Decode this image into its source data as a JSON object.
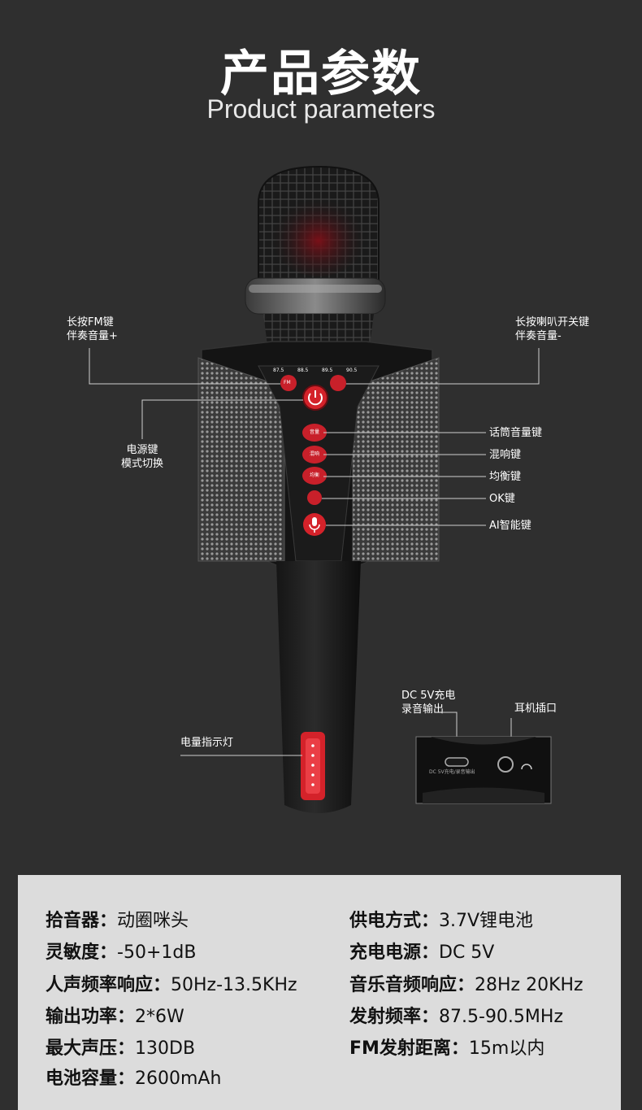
{
  "header": {
    "title_zh": "产品参数",
    "title_en": "Product parameters"
  },
  "callouts": {
    "fm_key_line1": "长按FM键",
    "fm_key_line2": "伴奏音量+",
    "speaker_key_line1": "长按喇叭开关键",
    "speaker_key_line2": "伴奏音量-",
    "power_key_line1": "电源键",
    "power_key_line2": "模式切换",
    "mic_volume": "话筒音量键",
    "reverb": "混响键",
    "equalizer": "均衡键",
    "ok": "OK键",
    "ai": "AI智能键",
    "battery_indicator": "电量指示灯",
    "dc_line1": "DC 5V充电",
    "dc_line2": "录音输出",
    "headphone": "耳机插口"
  },
  "device": {
    "freq_marks": [
      "87.5",
      "88.5",
      "89.5",
      "90.5"
    ],
    "fm_button": "FM",
    "btn_mic": "音量",
    "btn_reverb": "混响",
    "btn_eq": "均衡",
    "port_caption": "DC 5V充电/录音输出"
  },
  "specs": {
    "left": [
      {
        "key": "拾音器：",
        "value": "动圈咪头"
      },
      {
        "key": "灵敏度：",
        "value": "-50+1dB"
      },
      {
        "key": "人声频率响应：",
        "value": "50Hz-13.5KHz"
      },
      {
        "key": "输出功率：",
        "value": "2*6W"
      },
      {
        "key": "最大声压：",
        "value": "130DB"
      },
      {
        "key": "电池容量：",
        "value": "2600mAh"
      }
    ],
    "right": [
      {
        "key": "供电方式：",
        "value": "3.7V锂电池"
      },
      {
        "key": "充电电源：",
        "value": "DC 5V"
      },
      {
        "key": "音乐音频响应：",
        "value": "28Hz 20KHz"
      },
      {
        "key": "发射频率：",
        "value": "87.5-90.5MHz"
      },
      {
        "key": "FM发射距离：",
        "value": "15m以内"
      }
    ]
  },
  "colors": {
    "background": "#2f2f2f",
    "spec_panel": "#dcdcdc",
    "accent_red": "#d4222a"
  }
}
